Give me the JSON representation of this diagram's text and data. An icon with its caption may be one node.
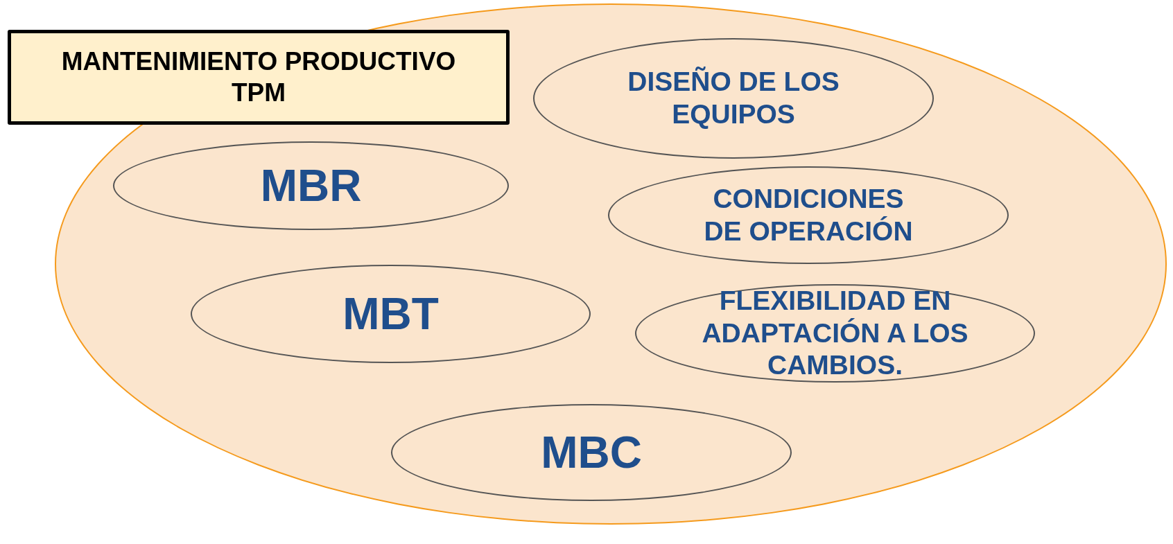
{
  "diagram": {
    "nodes": [
      {
        "text": [
          "MANTENIMIENTO PRODUCTIVO TPM"
        ]
      },
      {
        "text": [],
        "shape": "ellipse"
      },
      {
        "text": [
          "DISEÑO DE LOS EQUIPOS"
        ],
        "in": 1
      },
      {
        "text": [
          "MBR"
        ],
        "in": 1
      },
      {
        "text": [
          "CONDICIONES DE OPERACIÓN"
        ],
        "in": 1
      },
      {
        "text": [
          "MBT"
        ],
        "in": 1
      },
      {
        "text": [
          "FLEXIBILIDAD EN ADAPTACIÓN A LOS CAMBIOS."
        ],
        "in": 1
      },
      {
        "text": [
          "MBC"
        ],
        "in": 1
      }
    ]
  }
}
